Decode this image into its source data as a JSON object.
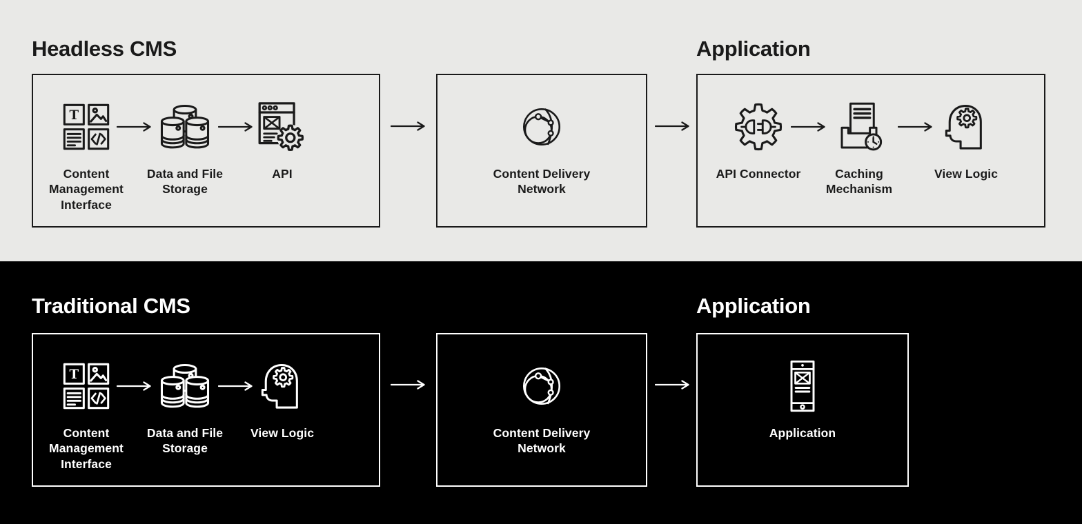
{
  "colors": {
    "light_bg": "#e9e9e7",
    "dark_bg": "#000000",
    "ink_on_light": "#1a1a1a",
    "ink_on_dark": "#ffffff"
  },
  "headless": {
    "title": "Headless CMS",
    "application_title": "Application",
    "cms_box": {
      "items": [
        {
          "label": "Content\nManagement\nInterface",
          "icon": "content-grid"
        },
        {
          "label": "Data and File\nStorage",
          "icon": "database-storage"
        },
        {
          "label": "API",
          "icon": "api-browser-gear"
        }
      ]
    },
    "cdn_box": {
      "label": "Content Delivery\nNetwork",
      "icon": "globe-network"
    },
    "application_box": {
      "items": [
        {
          "label": "API Connector",
          "icon": "gear-plug"
        },
        {
          "label": "Caching\nMechanism",
          "icon": "cache-clock"
        },
        {
          "label": "View Logic",
          "icon": "head-gear"
        }
      ]
    }
  },
  "traditional": {
    "title": "Traditional CMS",
    "application_title": "Application",
    "cms_box": {
      "items": [
        {
          "label": "Content\nManagement\nInterface",
          "icon": "content-grid"
        },
        {
          "label": "Data and File\nStorage",
          "icon": "database-storage"
        },
        {
          "label": "View Logic",
          "icon": "head-gear"
        }
      ]
    },
    "cdn_box": {
      "label": "Content Delivery\nNetwork",
      "icon": "globe-network"
    },
    "application_box": {
      "items": [
        {
          "label": "Application",
          "icon": "mobile-app"
        }
      ]
    }
  }
}
